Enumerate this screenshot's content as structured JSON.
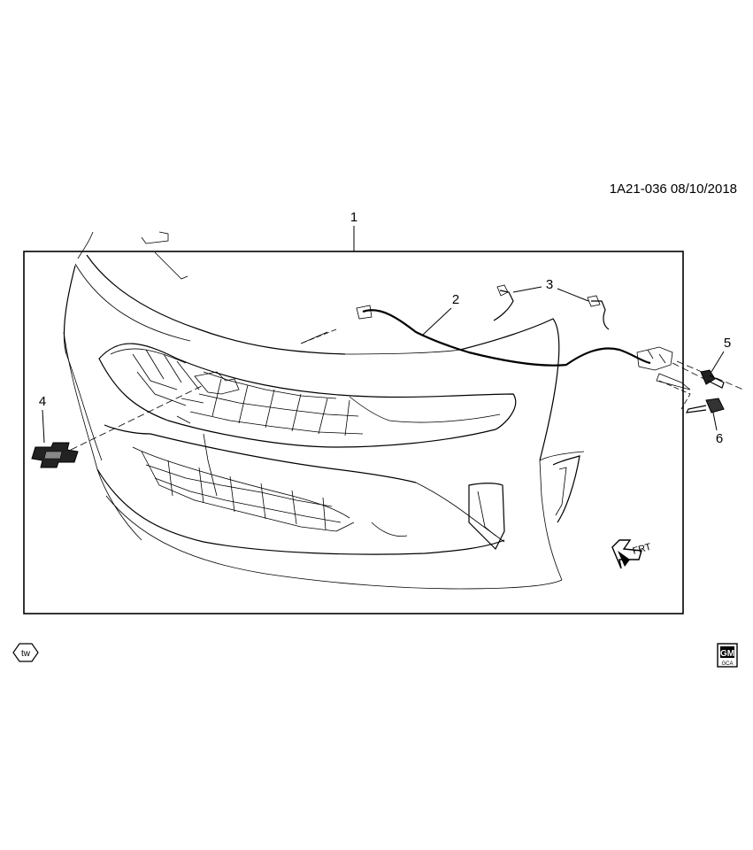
{
  "diagram": {
    "identifier": "1A21-036  08/10/2018",
    "callouts": [
      "1",
      "2",
      "3",
      "4",
      "5",
      "6"
    ],
    "arrow_label": "FRT",
    "badge_tw": "tw",
    "gm_logo_text": "GM",
    "gm_logo_subtext": "GCA"
  }
}
